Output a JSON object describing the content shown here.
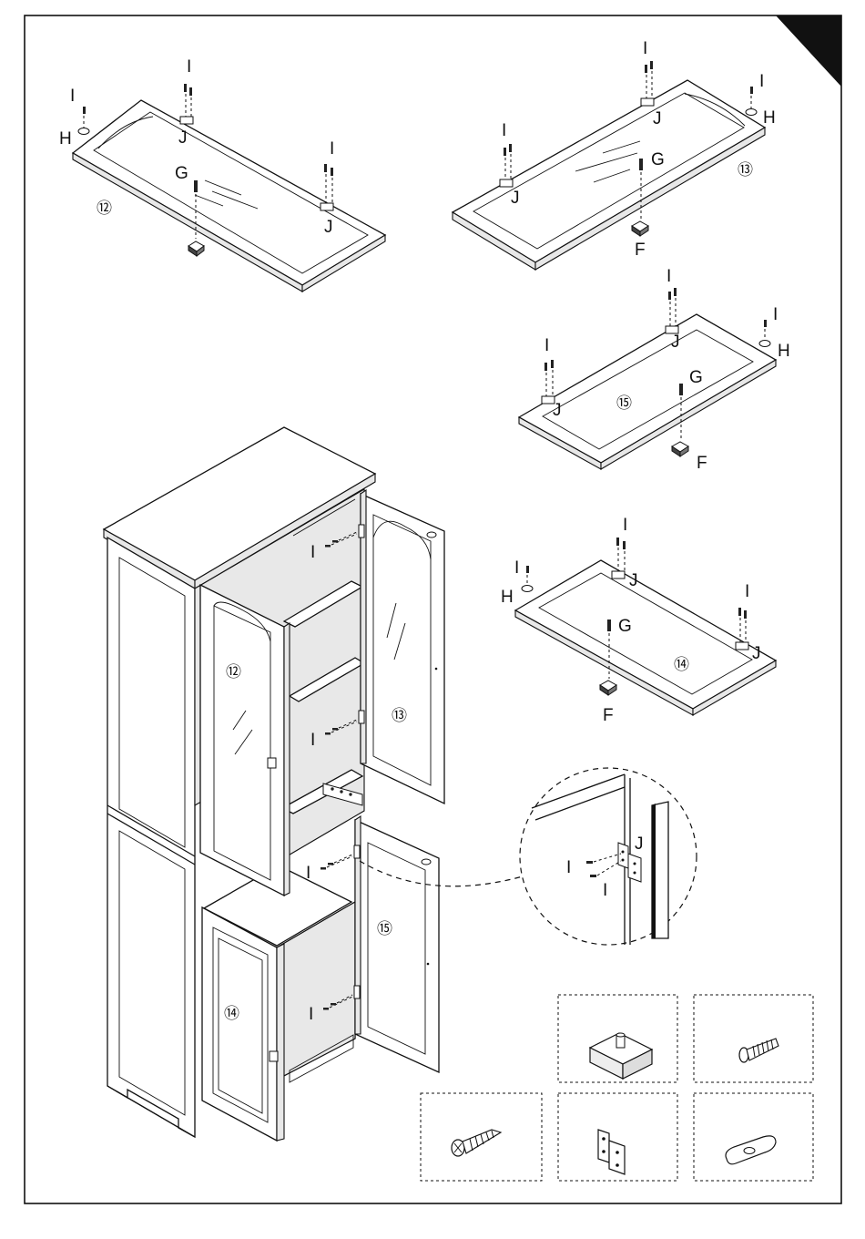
{
  "doors": {
    "d12": {
      "number": "⑫",
      "screw_label": "I",
      "hinge_label": "J",
      "knob_label": "H",
      "magnet_label": "G",
      "plate_label": ""
    },
    "d13": {
      "number": "⑬",
      "screw_label": "I",
      "hinge_label": "J",
      "knob_label": "H",
      "magnet_label": "G",
      "plate_label": "F"
    },
    "d15": {
      "number": "⑮",
      "screw_label": "I",
      "hinge_label": "J",
      "knob_label": "H",
      "magnet_label": "G",
      "plate_label": "F"
    },
    "d14": {
      "number": "⑭",
      "screw_label": "I",
      "hinge_label": "J",
      "knob_label": "H",
      "magnet_label": "G",
      "plate_label": "F"
    }
  },
  "cabinet": {
    "door_numbers": [
      "⑫",
      "⑬",
      "⑮",
      "⑭"
    ],
    "screw_label": "I"
  },
  "detail": {
    "hinge_label": "J",
    "screw_label": "I"
  },
  "parts_legend": {
    "items": [
      {
        "icon": "magnet-catch-icon"
      },
      {
        "icon": "machine-screw-icon"
      },
      {
        "icon": "wood-screw-icon"
      },
      {
        "icon": "hinge-icon"
      },
      {
        "icon": "catch-plate-icon"
      }
    ]
  }
}
